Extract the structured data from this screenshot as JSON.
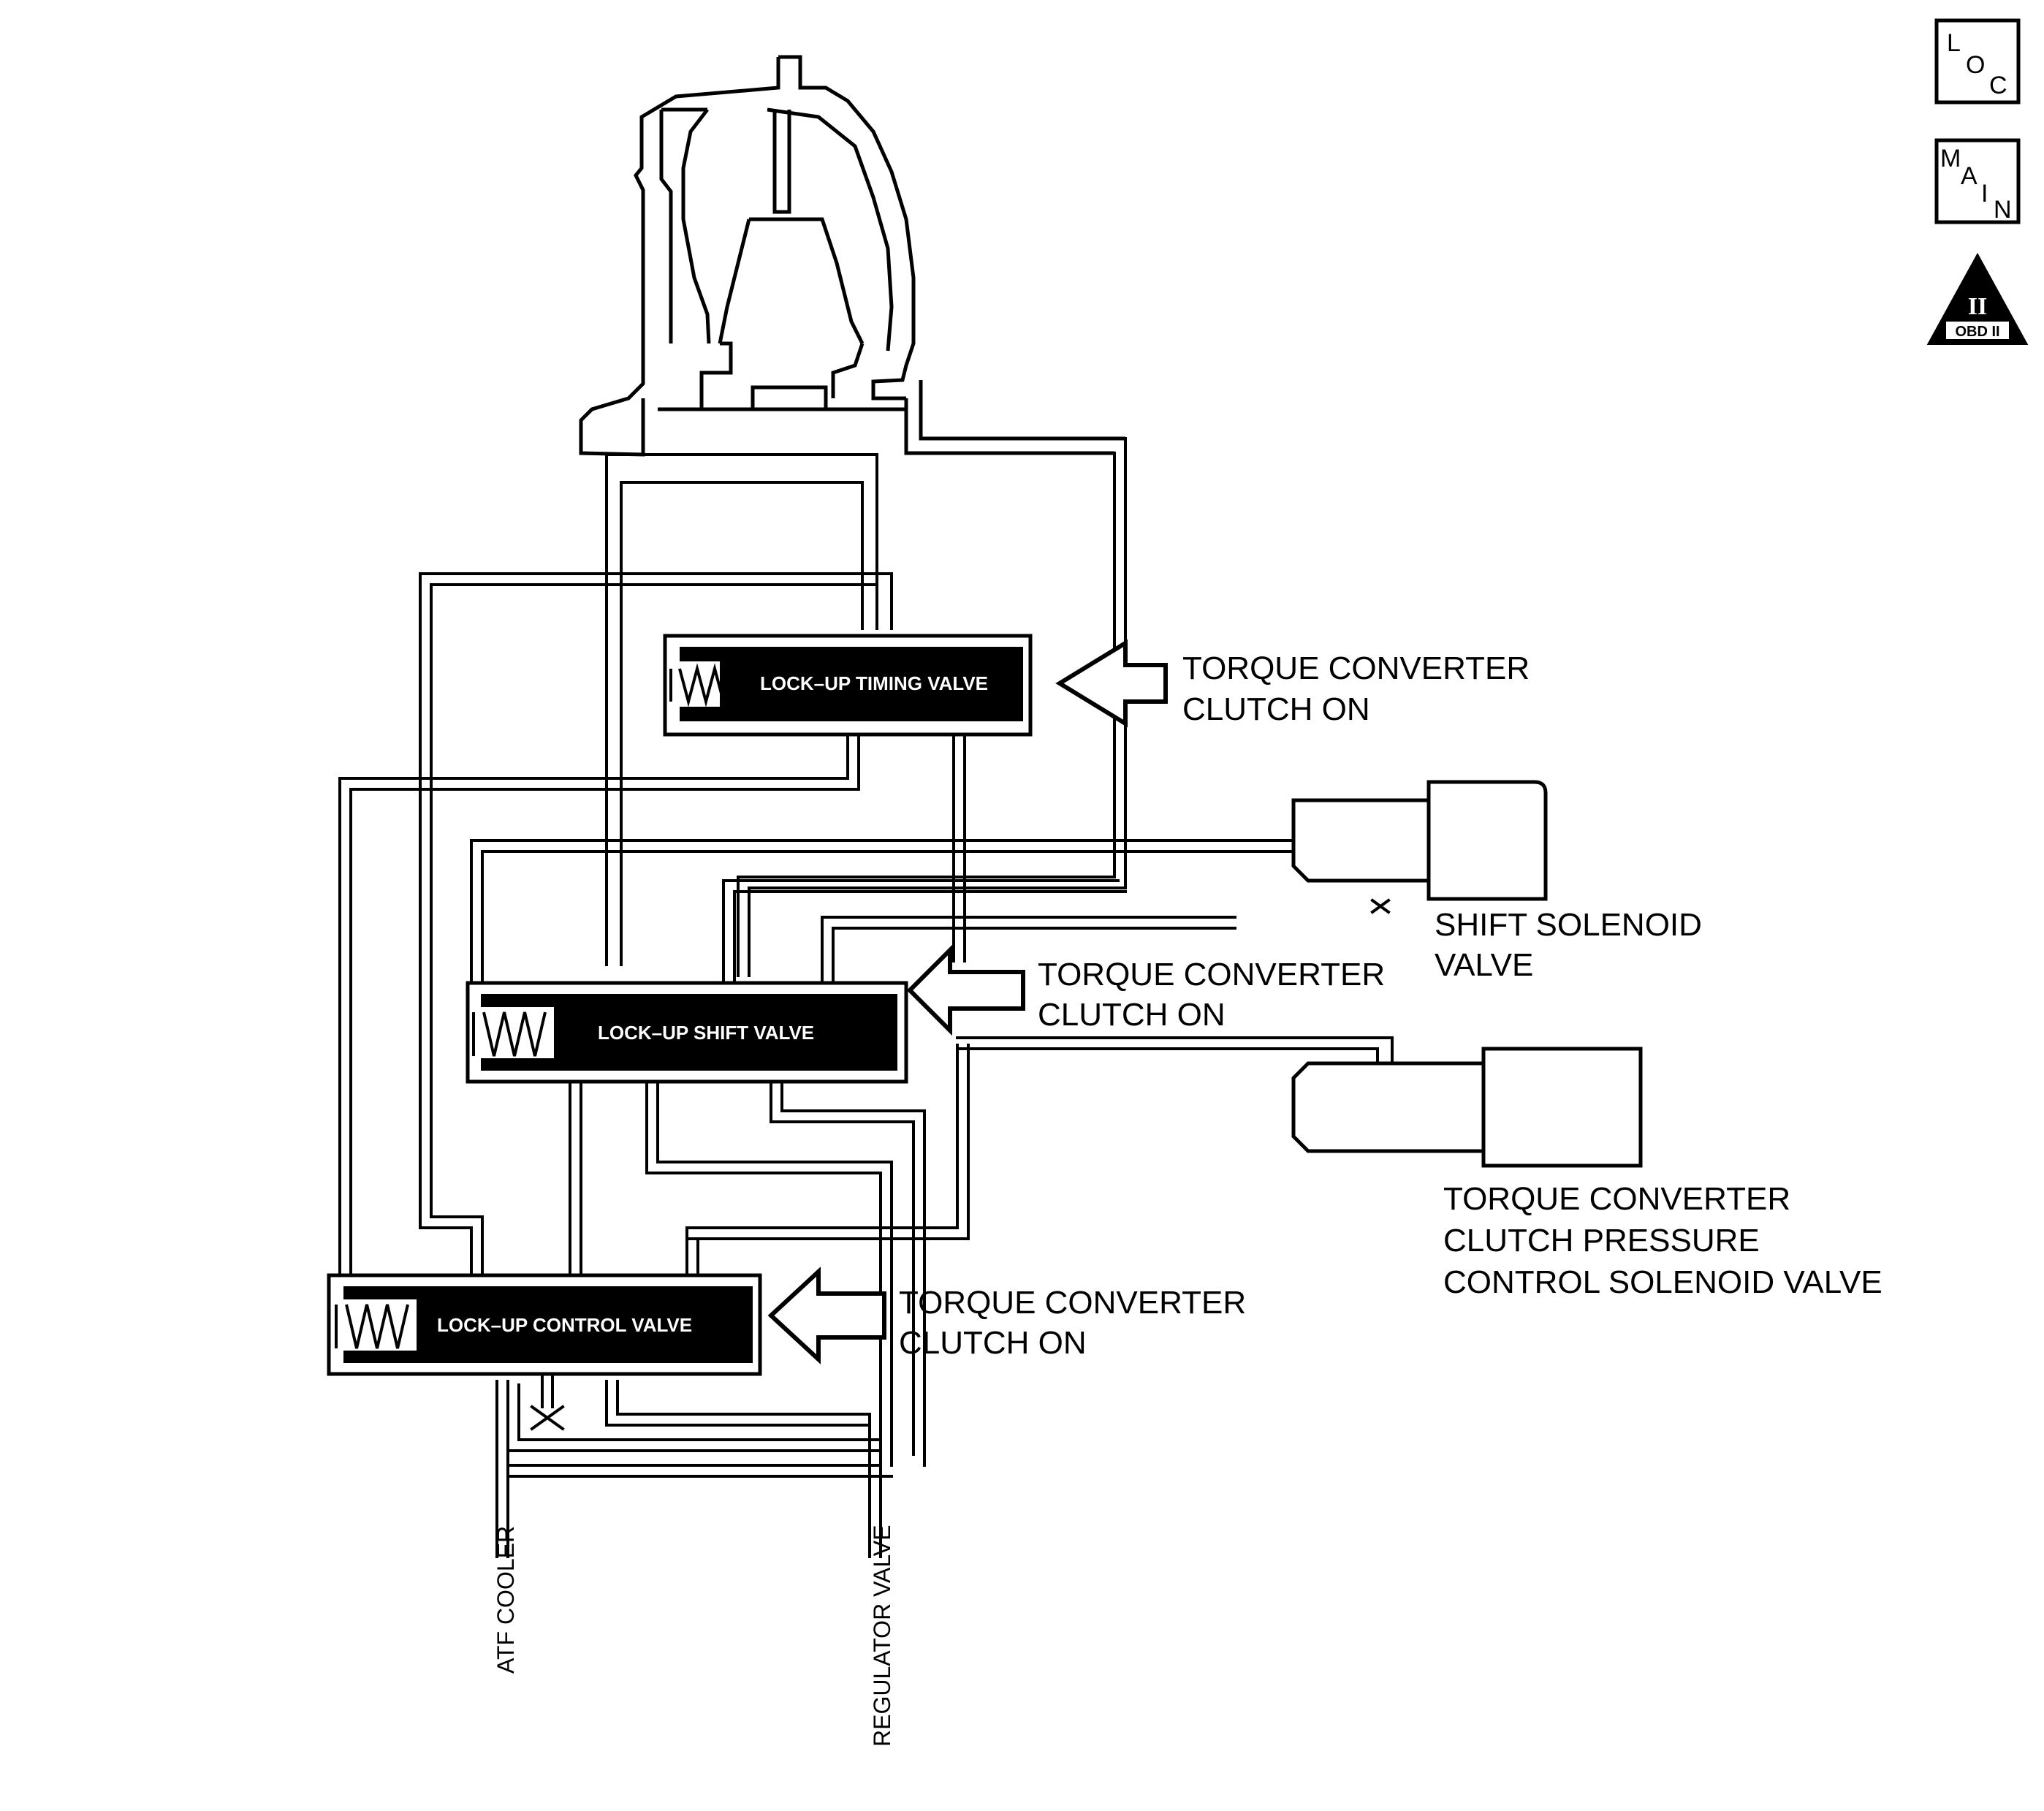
{
  "icons": {
    "loc": [
      "L",
      "O",
      "C"
    ],
    "main": [
      "M",
      "A",
      "I",
      "N"
    ],
    "obd": {
      "numeral": "II",
      "text": "OBD II"
    }
  },
  "valves": {
    "timing": "LOCK–UP TIMING VALVE",
    "shift": "LOCK–UP SHIFT VALVE",
    "control": "LOCK–UP CONTROL VALVE"
  },
  "labels": {
    "tcc_on_1": [
      "TORQUE CONVERTER",
      "CLUTCH ON"
    ],
    "tcc_on_2": [
      "TORQUE CONVERTER",
      "CLUTCH ON"
    ],
    "tcc_on_3": [
      "TORQUE CONVERTER",
      "CLUTCH ON"
    ],
    "shift_solenoid": [
      "SHIFT SOLENOID",
      "VALVE"
    ],
    "tcc_pressure_solenoid": [
      "TORQUE CONVERTER",
      "CLUTCH PRESSURE",
      "CONTROL SOLENOID VALVE"
    ],
    "atf_cooler": "ATF COOLER",
    "regulator_valve": "REGULATOR VALVE"
  }
}
